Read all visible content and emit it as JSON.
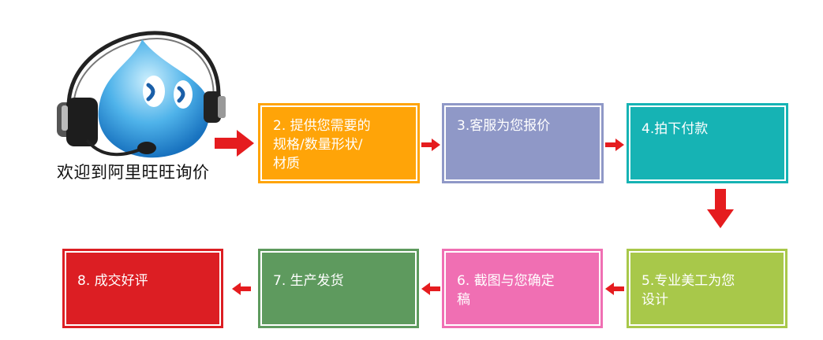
{
  "welcome_text": "欢迎到阿里旺旺询价",
  "mascot_icon": "aliwangwang-headset-mascot-icon",
  "arrow_color": "#e51c1f",
  "steps": [
    {
      "id": 2,
      "lines": [
        "2. 提供您需要的",
        "规格/数量形状/",
        "材质"
      ],
      "color": "#ffa408"
    },
    {
      "id": 3,
      "lines": [
        "3.客服为您报价"
      ],
      "color": "#8f98c7"
    },
    {
      "id": 4,
      "lines": [
        "4.拍下付款"
      ],
      "color": "#16b3b4"
    },
    {
      "id": 5,
      "lines": [
        "5.专业美工为您",
        "设计"
      ],
      "color": "#a8c84a"
    },
    {
      "id": 6,
      "lines": [
        "6. 截图与您确定",
        "稿"
      ],
      "color": "#f06fb3"
    },
    {
      "id": 7,
      "lines": [
        "7. 生产发货"
      ],
      "color": "#5e9a5e"
    },
    {
      "id": 8,
      "lines": [
        "8. 成交好评"
      ],
      "color": "#dc1e23"
    }
  ]
}
